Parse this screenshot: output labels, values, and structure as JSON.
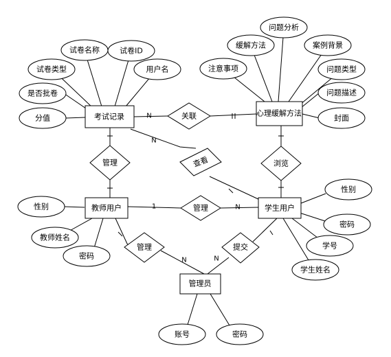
{
  "entities": {
    "exam_record": "考试记录",
    "psych_method": "心理缓解方法",
    "teacher_user": "教师用户",
    "student_user": "学生用户",
    "admin": "管理员"
  },
  "relationships": {
    "exam_psych": "关联",
    "teacher_exam": "管理",
    "student_exam": "查看",
    "student_psych": "浏览",
    "teacher_student": "管理",
    "teacher_admin": "管理",
    "student_admin": "提交"
  },
  "attributes": {
    "exam_record": [
      "是否批卷",
      "试卷类型",
      "试卷名称",
      "试卷ID",
      "用户名",
      "分值"
    ],
    "psych_method": [
      "注意事项",
      "缓解方法",
      "问题分析",
      "案例背景",
      "问题类型",
      "问题描述",
      "封面"
    ],
    "teacher_user": [
      "性别",
      "教师姓名",
      "密码"
    ],
    "student_user": [
      "性别",
      "密码",
      "学号",
      "学生姓名"
    ],
    "admin": [
      "账号",
      "密码"
    ]
  },
  "cardinality_labels": {
    "teacher_student_one": "1",
    "n": "N"
  }
}
